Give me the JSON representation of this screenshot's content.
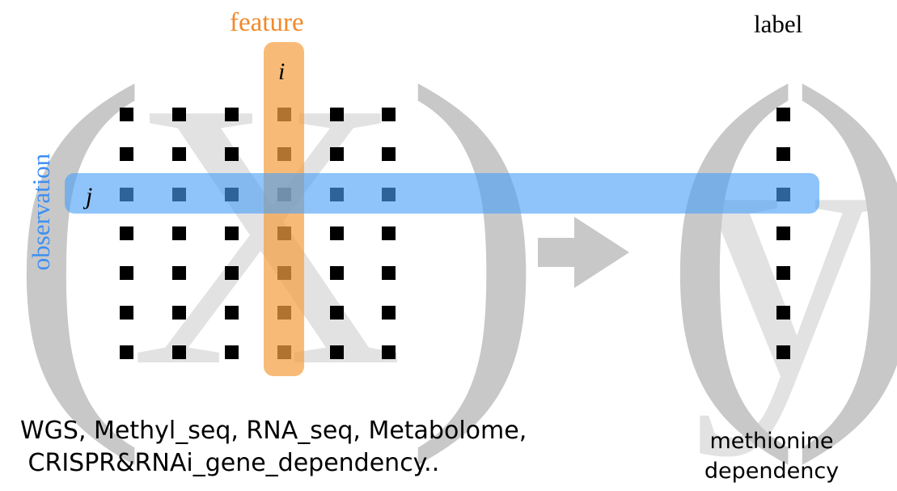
{
  "feature_label": "feature",
  "label_title": "label",
  "observation_label": "observation",
  "feature_index": "i",
  "observation_index": "j",
  "matrix_symbol": "X",
  "vector_symbol": "y",
  "matrix_caption": {
    "line1": "WGS, Methyl_seq, RNA_seq, Metabolome,",
    "line2": " CRISPR&RNAi_gene_dependency.."
  },
  "label_caption": {
    "line1": "methionine",
    "line2": "dependency"
  },
  "colors": {
    "feature": "#f0892a",
    "observation": "#3d8ff2",
    "bracket": "#c8c8c8",
    "watermark_letter": "#e2e2e2",
    "dot": "#000000"
  }
}
